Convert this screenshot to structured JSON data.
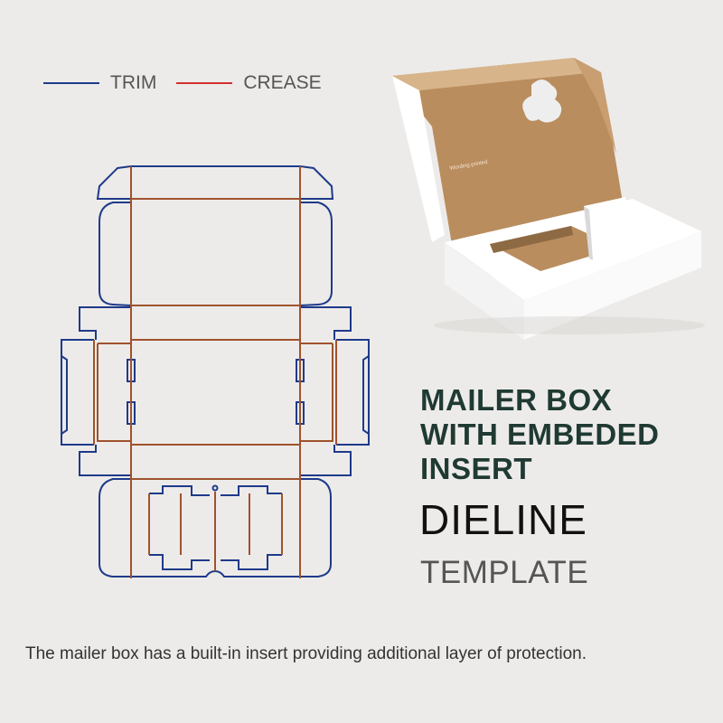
{
  "legend": {
    "trim_label": "TRIM",
    "crease_label": "CREASE",
    "trim_color": "#1e3a8a",
    "crease_color": "#d32f2f"
  },
  "title": {
    "line1": "MAILER BOX",
    "line2": "WITH EMBEDED",
    "line3": "INSERT",
    "dieline": "DIELINE",
    "template": "TEMPLATE"
  },
  "description": "The mailer box has a built-in insert providing additional layer of protection.",
  "box_text": "Wording printed",
  "colors": {
    "background": "#edebe9",
    "kraft": "#b98d5e",
    "white_board": "#ffffff",
    "title": "#1f3a33"
  }
}
